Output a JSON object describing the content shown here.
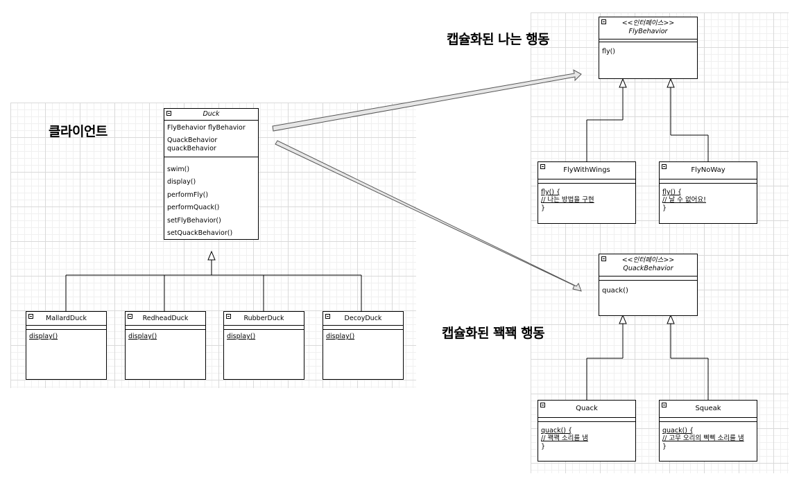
{
  "headings": {
    "client": "클라이언트",
    "fly": "캡슐화된 나는 행동",
    "quack": "캡슐화된 꽥꽥 행동"
  },
  "duck": {
    "name": "Duck",
    "fields": [
      "FlyBehavior flyBehavior",
      "QuackBehavior quackBehavior"
    ],
    "methods": [
      "swim()",
      "display()",
      "performFly()",
      "performQuack()",
      "setFlyBehavior()",
      "setQuackBehavior()"
    ]
  },
  "subclasses": [
    {
      "name": "MallardDuck",
      "method": "display()"
    },
    {
      "name": "RedheadDuck",
      "method": "display()"
    },
    {
      "name": "RubberDuck",
      "method": "display()"
    },
    {
      "name": "DecoyDuck",
      "method": "display()"
    }
  ],
  "fly_behavior": {
    "stereotype": "<<인터페이스>>",
    "name": "FlyBehavior",
    "method": "fly()"
  },
  "fly_impls": [
    {
      "name": "FlyWithWings",
      "lines": [
        "fly() {",
        "// 나는 방법을 구현",
        "}"
      ]
    },
    {
      "name": "FlyNoWay",
      "lines": [
        "fly() {",
        "// 날 수 없어요!",
        "}"
      ]
    }
  ],
  "quack_behavior": {
    "stereotype": "<<인터페이스>>",
    "name": "QuackBehavior",
    "method": "quack()"
  },
  "quack_impls": [
    {
      "name": "Quack",
      "lines": [
        "quack() {",
        "// 꽥꽥 소리를 냄",
        "}"
      ]
    },
    {
      "name": "Squeak",
      "lines": [
        "quack() {",
        "// 고무 오리의 삑삑 소리를 냄",
        "}"
      ]
    }
  ]
}
